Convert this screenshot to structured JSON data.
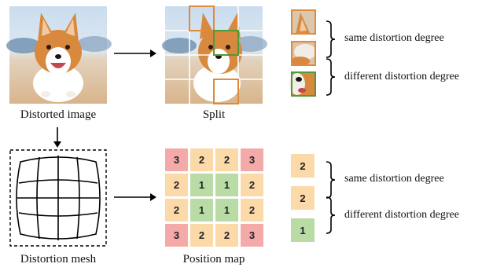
{
  "captions": {
    "distorted_image": "Distorted image",
    "split": "Split",
    "distortion_mesh": "Distortion mesh",
    "position_map": "Position map"
  },
  "labels": {
    "same_top": "same distortion degree",
    "different_top": "different distortion degree",
    "same_bottom": "same distortion degree",
    "different_bottom": "different distortion degree"
  },
  "position_map": [
    [
      3,
      2,
      2,
      3
    ],
    [
      2,
      1,
      1,
      2
    ],
    [
      2,
      1,
      1,
      2
    ],
    [
      3,
      2,
      2,
      3
    ]
  ],
  "example_cells": [
    2,
    2,
    1
  ],
  "colors": {
    "level_1": "#b9dba5",
    "level_2": "#fbd9a8",
    "level_3": "#f4aaa8",
    "orange_box": "#e08a3c",
    "green_box": "#4f9a3a"
  },
  "icons": {
    "dog_photo": "corgi-photo-icon",
    "mesh": "barrel-mesh-icon"
  }
}
